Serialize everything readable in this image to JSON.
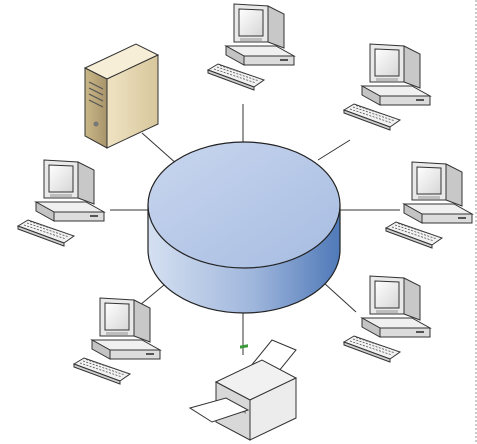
{
  "diagram": {
    "type": "network-topology",
    "topology": "star",
    "hub": {
      "shape": "cylinder",
      "icon": "database-cylinder-icon",
      "color": "#a9bfe2"
    },
    "nodes": [
      {
        "id": "server",
        "icon": "server-tower-icon"
      },
      {
        "id": "workstation-top",
        "icon": "computer-workstation-icon"
      },
      {
        "id": "workstation-upper-right",
        "icon": "computer-workstation-icon"
      },
      {
        "id": "workstation-right",
        "icon": "computer-workstation-icon"
      },
      {
        "id": "workstation-lower-right",
        "icon": "computer-workstation-icon"
      },
      {
        "id": "printer",
        "icon": "printer-icon"
      },
      {
        "id": "workstation-lower-left",
        "icon": "computer-workstation-icon"
      },
      {
        "id": "workstation-left",
        "icon": "computer-workstation-icon"
      }
    ],
    "edges": [
      [
        "hub",
        "server"
      ],
      [
        "hub",
        "workstation-top"
      ],
      [
        "hub",
        "workstation-upper-right"
      ],
      [
        "hub",
        "workstation-right"
      ],
      [
        "hub",
        "workstation-lower-right"
      ],
      [
        "hub",
        "printer"
      ],
      [
        "hub",
        "workstation-lower-left"
      ],
      [
        "hub",
        "workstation-left"
      ]
    ]
  }
}
